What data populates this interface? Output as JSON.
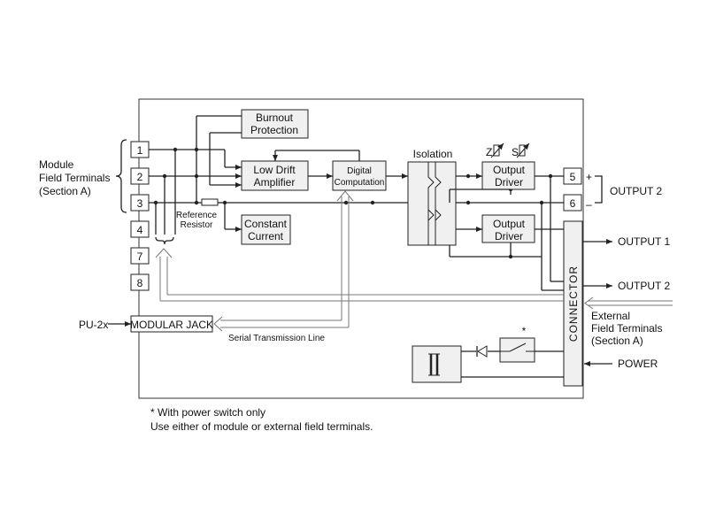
{
  "labels": {
    "module_terminals": [
      "Module",
      "Field Terminals",
      "(Section A)"
    ],
    "terminals": [
      "1",
      "2",
      "3",
      "4",
      "7",
      "8"
    ],
    "burnout": [
      "Burnout",
      "Protection"
    ],
    "amp": [
      "Low Drift",
      "Amplifier"
    ],
    "digital": [
      "Digital",
      "Computation"
    ],
    "reference": [
      "Reference",
      "Resistor"
    ],
    "constant": [
      "Constant",
      "Current"
    ],
    "isolation": "Isolation",
    "z": "Z",
    "s": "S",
    "driver1": [
      "Output",
      "Driver"
    ],
    "driver2": [
      "Output",
      "Driver"
    ],
    "out_terms": [
      "5",
      "6"
    ],
    "plus": "+",
    "minus": "–",
    "output2_top": "OUTPUT 2",
    "output1": "OUTPUT 1",
    "output2": "OUTPUT 2",
    "connector": "CONNECTOR",
    "external": [
      "External",
      "Field Terminals",
      "(Section A)"
    ],
    "power": "POWER",
    "pu2x": "PU-2x",
    "modular_jack": "MODULAR JACK",
    "serial": "Serial Transmission Line",
    "asterisk": "*",
    "note1": "* With power switch only",
    "note2": "Use either of module or external field terminals."
  }
}
